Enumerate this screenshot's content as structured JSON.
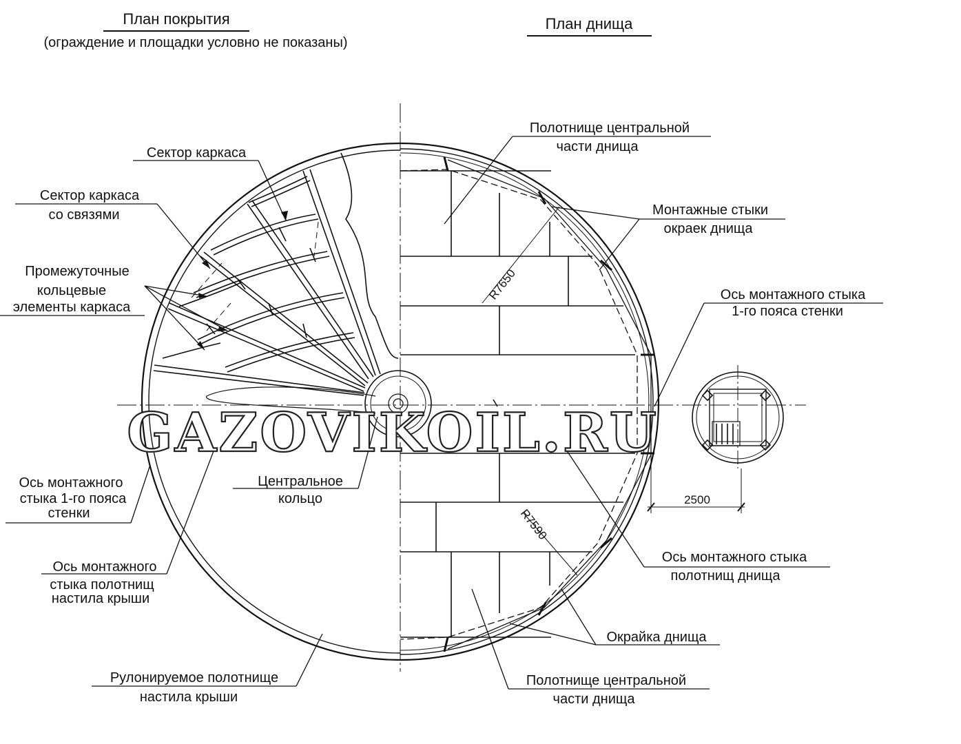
{
  "titles": {
    "roof_plan": "План покрытия",
    "roof_plan_note": "(ограждение и площадки условно не показаны)",
    "bottom_plan": "План днища"
  },
  "roof_labels": {
    "frame_sector": "Сектор каркаса",
    "frame_sector_braced_1": "Сектор каркаса",
    "frame_sector_braced_2": "со связями",
    "ring_elements_1": "Промежуточные",
    "ring_elements_2": "кольцевые",
    "ring_elements_3": "элементы каркаса",
    "wall_joint_1": "Ось монтажного",
    "wall_joint_2": "стыка 1-го пояса",
    "wall_joint_3": "стенки",
    "central_ring_1": "Центральное",
    "central_ring_2": "кольцо",
    "deck_joint_1": "Ось монтажного",
    "deck_joint_2": "стыка полотнищ",
    "deck_joint_3": "настила крыши",
    "rolled_deck_1": "Рулонируемое полотнище",
    "rolled_deck_2": "настила крыши"
  },
  "bottom_labels": {
    "central_sheet_top_1": "Полотнище центральной",
    "central_sheet_top_2": "части днища",
    "edge_joints_1": "Монтажные стыки",
    "edge_joints_2": "окраек днища",
    "wall_joint_1": "Ось монтажного стыка",
    "wall_joint_2": "1-го пояса стенки",
    "sheet_joint_1": "Ось монтажного стыка",
    "sheet_joint_2": "полотнищ днища",
    "annular_plate": "Окрайка днища",
    "central_sheet_bottom_1": "Полотнище центральной",
    "central_sheet_bottom_2": "части днища"
  },
  "dimensions": {
    "r1": "R7650",
    "r2": "R7590",
    "offset": "2500"
  },
  "watermark": "GAZOVIKOIL.RU"
}
